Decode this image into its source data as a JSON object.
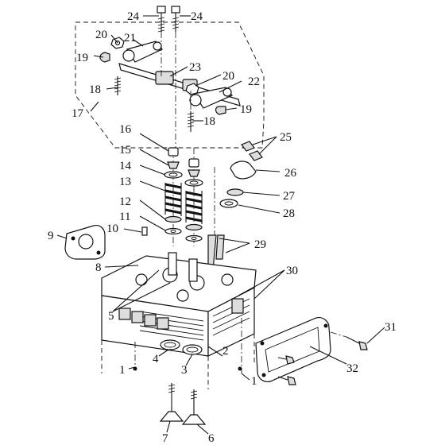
{
  "diagram": {
    "callouts": {
      "c1a": "1",
      "c1b": "1",
      "c2": "2",
      "c3": "3",
      "c4": "4",
      "c5": "5",
      "c6": "6",
      "c7": "7",
      "c8": "8",
      "c9": "9",
      "c10": "10",
      "c11": "11",
      "c12": "12",
      "c13": "13",
      "c14": "14",
      "c15": "15",
      "c16": "16",
      "c17": "17",
      "c18a": "18",
      "c18b": "18",
      "c19a": "19",
      "c19b": "19",
      "c20a": "20",
      "c20b": "20",
      "c21": "21",
      "c22": "22",
      "c23": "23",
      "c24a": "24",
      "c24b": "24",
      "c25": "25",
      "c26": "26",
      "c27": "27",
      "c28": "28",
      "c29": "29",
      "c30": "30",
      "c31": "31",
      "c32": "32"
    }
  }
}
